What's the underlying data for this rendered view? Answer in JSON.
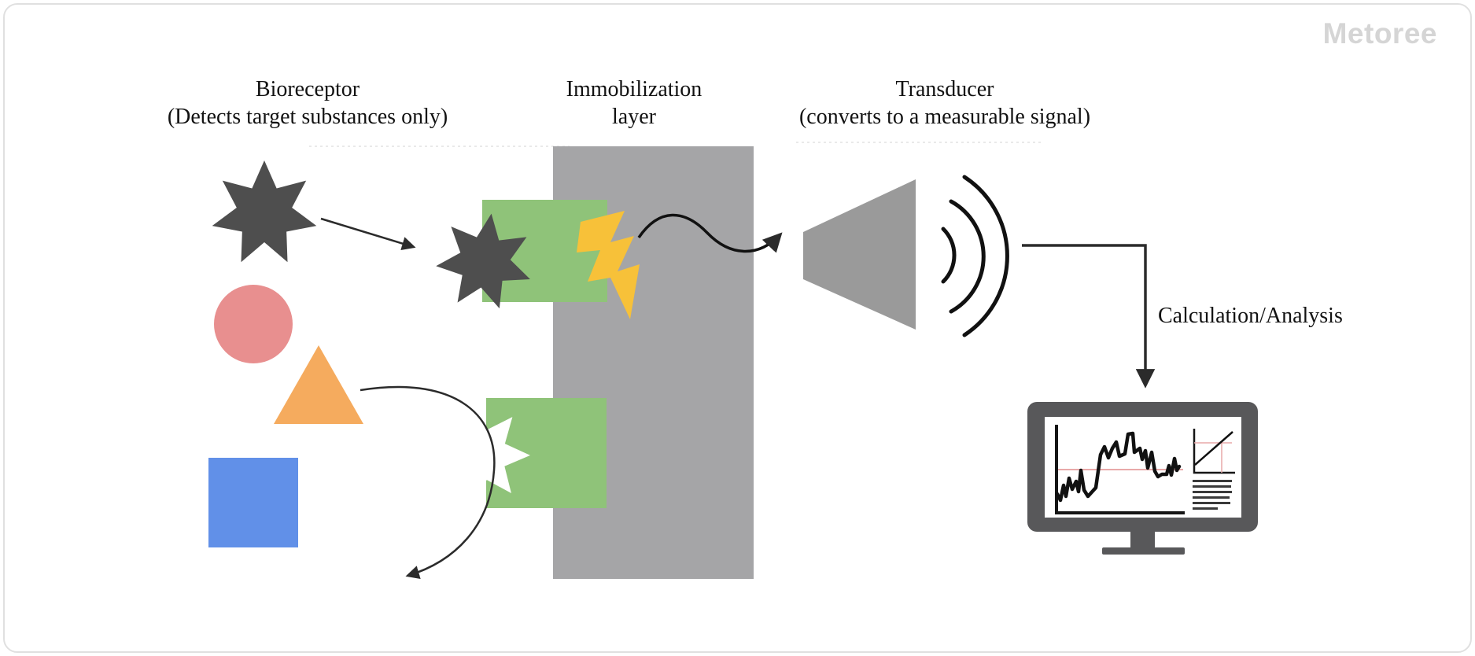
{
  "watermark": "Metoree",
  "labels": {
    "bioreceptor": {
      "line1": "Bioreceptor",
      "line2": "(Detects target substances only)"
    },
    "immobilization": {
      "line1": "Immobilization",
      "line2": "layer"
    },
    "transducer": {
      "line1": "Transducer",
      "line2": "(converts to a measurable signal)"
    },
    "calculation": "Calculation/Analysis"
  },
  "colors": {
    "target_star": "#4e4e4e",
    "substance_circle": "#e88f8f",
    "substance_triangle": "#f5ab5e",
    "substance_square": "#6190e8",
    "receptor_green": "#8fc379",
    "immobilization_gray": "#a5a5a7",
    "signal_bolt": "#f7c139",
    "transducer_gray": "#9a9a9a",
    "monitor_frame": "#58585a",
    "chart_pink": "#e9a9a9",
    "arrow_dark": "#2b2b2b",
    "wave_black": "#111111",
    "notch_white": "#ffffff",
    "label_text": "#121212",
    "watermark_gray": "#d5d5d5",
    "card_border": "#e0e0e0"
  },
  "icons": [
    "star-target-icon",
    "circle-substance-icon",
    "triangle-substance-icon",
    "square-substance-icon",
    "receptor-block-icon",
    "bound-target-star-icon",
    "empty-receptor-notch-icon",
    "lightning-signal-icon",
    "immobilization-layer-block",
    "transducer-horn-icon",
    "sound-waves-icon",
    "monitor-icon",
    "signal-trace-chart",
    "calibration-chart"
  ]
}
